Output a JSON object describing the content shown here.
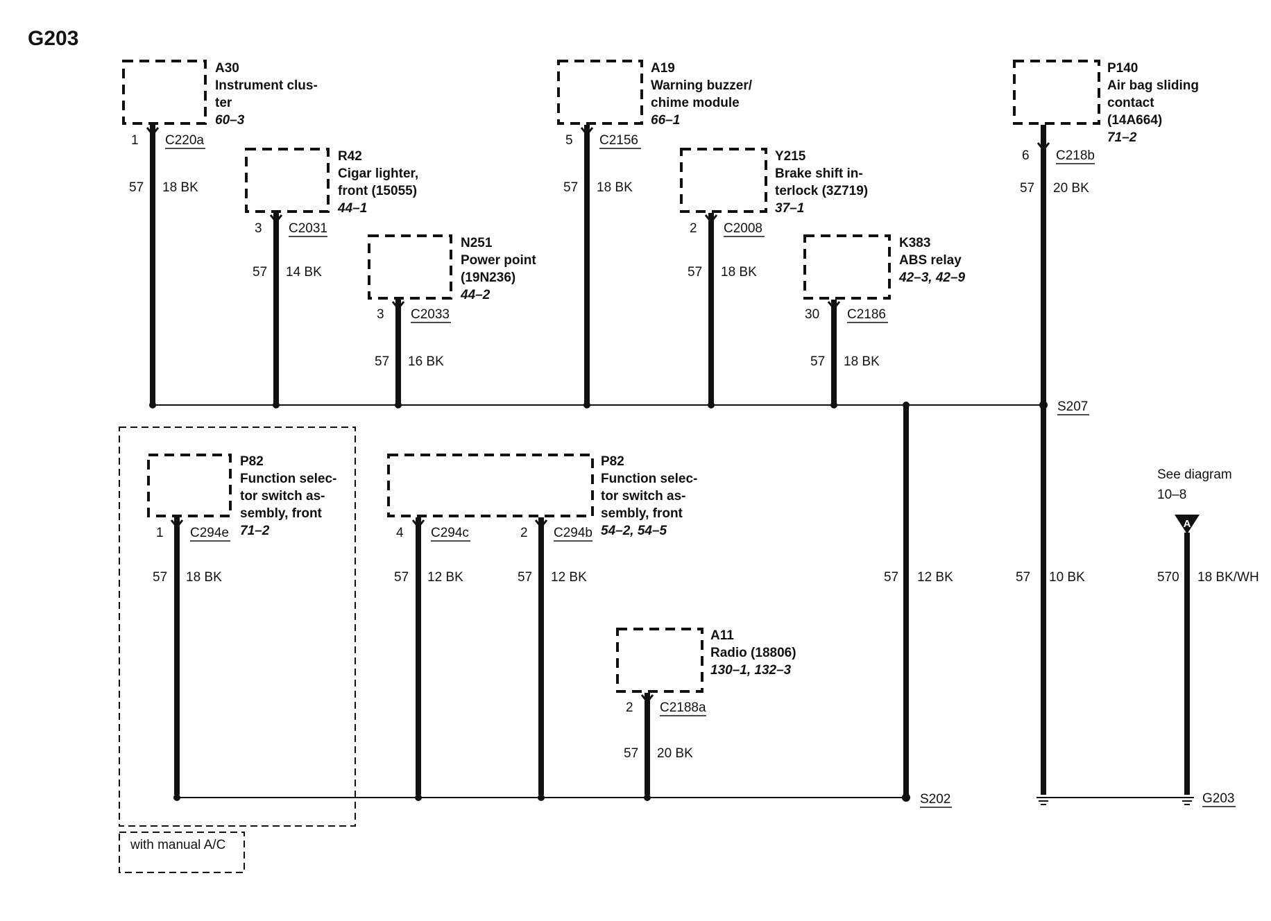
{
  "title": "G203",
  "components": {
    "a30": {
      "id": "A30",
      "name_lines": [
        "Instrument clus-",
        "ter"
      ],
      "ref": "60–3",
      "pin": "1",
      "connector": "C220a",
      "circuit": "57",
      "wire": "18 BK"
    },
    "r42": {
      "id": "R42",
      "name_lines": [
        "Cigar lighter,",
        "front (15055)"
      ],
      "ref": "44–1",
      "pin": "3",
      "connector": "C2031",
      "circuit": "57",
      "wire": "14 BK"
    },
    "n251": {
      "id": "N251",
      "name_lines": [
        "Power point",
        "(19N236)"
      ],
      "ref": "44–2",
      "pin": "3",
      "connector": "C2033",
      "circuit": "57",
      "wire": "16 BK"
    },
    "a19": {
      "id": "A19",
      "name_lines": [
        "Warning buzzer/",
        "chime module"
      ],
      "ref": "66–1",
      "pin": "5",
      "connector": "C2156",
      "circuit": "57",
      "wire": "18 BK"
    },
    "y215": {
      "id": "Y215",
      "name_lines": [
        "Brake shift in-",
        "terlock (3Z719)"
      ],
      "ref": "37–1",
      "pin": "2",
      "connector": "C2008",
      "circuit": "57",
      "wire": "18 BK"
    },
    "k383": {
      "id": "K383",
      "name_lines": [
        "ABS relay"
      ],
      "ref": "42–3, 42–9",
      "pin": "30",
      "connector": "C2186",
      "circuit": "57",
      "wire": "18 BK"
    },
    "p140": {
      "id": "P140",
      "name_lines": [
        "Air bag sliding",
        "contact",
        "(14A664)"
      ],
      "ref": "71–2",
      "pin": "6",
      "connector": "C218b",
      "circuit": "57",
      "wire": "20 BK"
    },
    "p82_left": {
      "id": "P82",
      "name_lines": [
        "Function selec-",
        "tor switch as-",
        "sembly, front"
      ],
      "ref": "71–2",
      "pin": "1",
      "connector": "C294e",
      "circuit": "57",
      "wire": "18 BK"
    },
    "p82_mid": {
      "id": "P82",
      "name_lines": [
        "Function selec-",
        "tor switch as-",
        "sembly, front"
      ],
      "ref": "54–2, 54–5",
      "pin_a": "4",
      "connector_a": "C294c",
      "circuit_a": "57",
      "wire_a": "12 BK",
      "pin_b": "2",
      "connector_b": "C294b",
      "circuit_b": "57",
      "wire_b": "12 BK"
    },
    "a11": {
      "id": "A11",
      "name_lines": [
        "Radio (18806)"
      ],
      "ref": "130–1, 132–3",
      "pin": "2",
      "connector": "C2188a",
      "circuit": "57",
      "wire": "20 BK"
    }
  },
  "splices": {
    "s207": "S207",
    "s202": "S202",
    "s207_s202_link": {
      "circuit": "57",
      "wire": "12 BK"
    },
    "s207_ground": {
      "circuit": "57",
      "wire": "10 BK"
    }
  },
  "ground": {
    "label": "G203"
  },
  "see_diagram": {
    "line1": "See diagram",
    "line2": "10–8",
    "marker": "A",
    "circuit": "570",
    "wire": "18 BK/WH"
  },
  "option_note": "with manual A/C"
}
